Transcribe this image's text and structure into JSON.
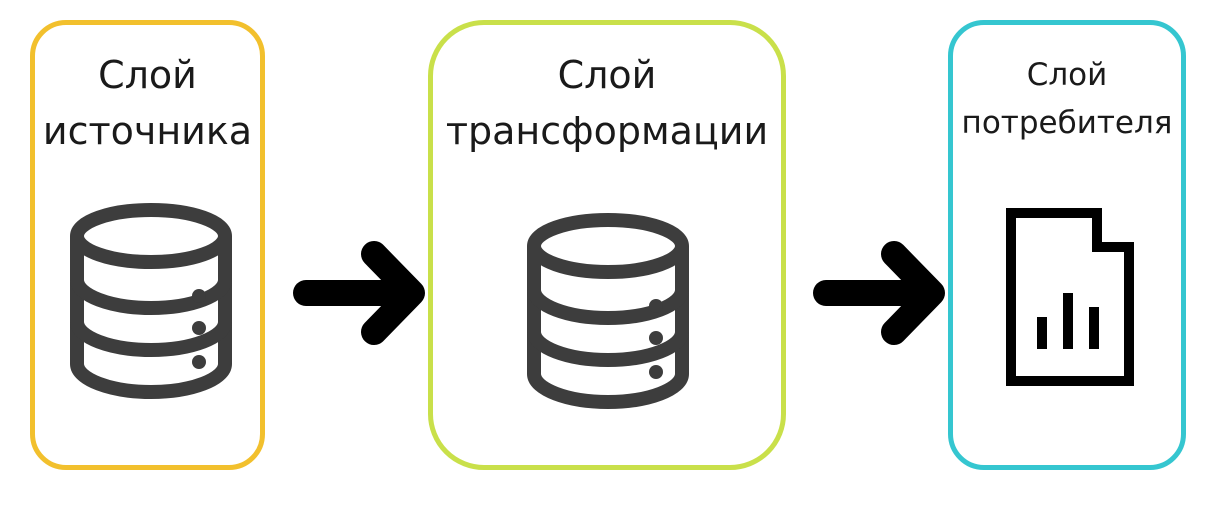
{
  "colors": {
    "source_border": "#F2C02D",
    "transform_border": "#C9E04A",
    "consumer_border": "#35C6D0",
    "icon_gray": "#3d3d3d",
    "arrow_black": "#000000",
    "report_black": "#000000"
  },
  "layers": {
    "source": {
      "title_line1": "Слой",
      "title_line2": "источника",
      "icon": "database-icon"
    },
    "transform": {
      "title_line1": "Слой",
      "title_line2": "трансформации",
      "icon": "database-icon"
    },
    "consumer": {
      "title_line1": "Слой",
      "title_line2": "потребителя",
      "icon": "report-icon"
    }
  },
  "arrows": [
    "arrow-right-icon",
    "arrow-right-icon"
  ]
}
